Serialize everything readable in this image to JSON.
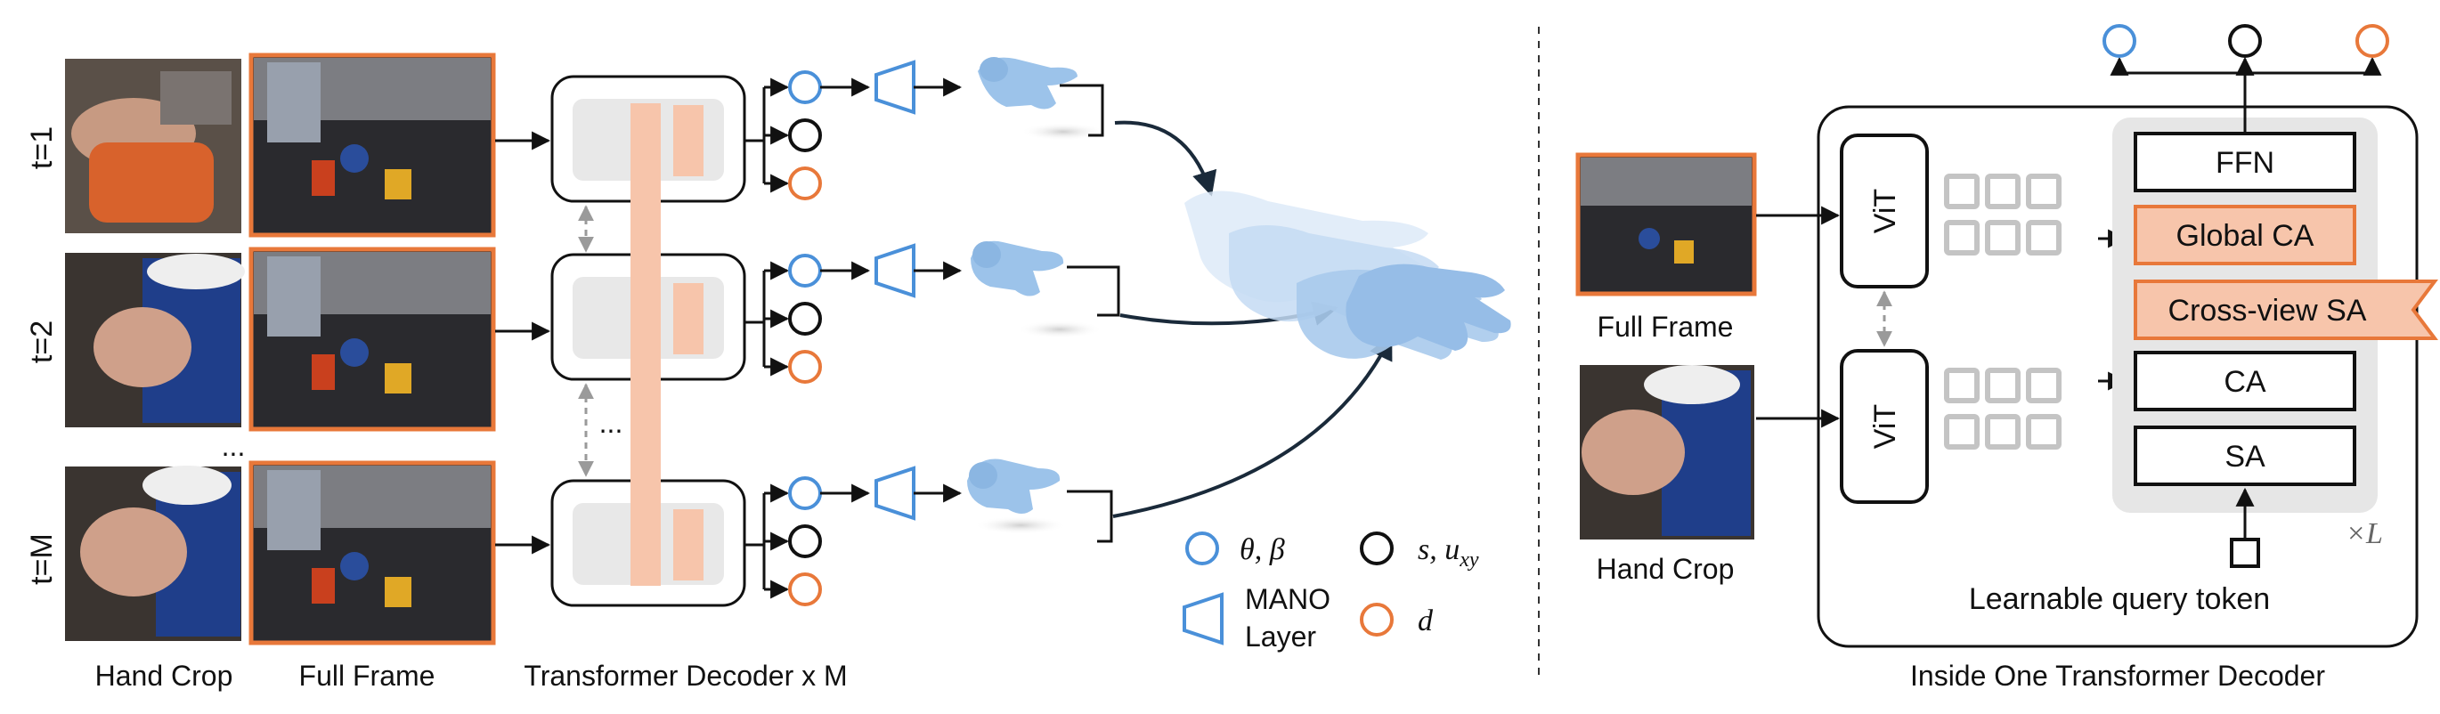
{
  "left_panel": {
    "rows": [
      {
        "time_label": "t=1"
      },
      {
        "time_label": "t=2"
      },
      {
        "time_label": "t=M"
      }
    ],
    "ellipsis": "...",
    "bottom_labels": {
      "hand_crop": "Hand Crop",
      "full_frame": "Full Frame",
      "decoder": "Transformer Decoder x M"
    }
  },
  "legend": {
    "theta_beta": "θ, β",
    "s_uxy": "s, u",
    "s_uxy_sub": "xy",
    "mano_line1": "MANO",
    "mano_line2": "Layer",
    "d": "d"
  },
  "right_panel": {
    "full_frame_label": "Full Frame",
    "hand_crop_label": "Hand Crop",
    "vit_label": "ViT",
    "blocks": {
      "ffn": "FFN",
      "global_ca": "Global CA",
      "cross_view_sa": "Cross-view SA",
      "ca": "CA",
      "sa": "SA"
    },
    "repeat_label": "×L",
    "query_label": "Learnable query token",
    "caption": "Inside One Transformer Decoder"
  },
  "colors": {
    "blue": "#4a90d9",
    "orange": "#e8783a",
    "peach": "#f7c5ab",
    "panel_gray": "#e6e6e6",
    "token_gray": "#c8c8c8",
    "hand_blue": "#9cc3ea"
  }
}
